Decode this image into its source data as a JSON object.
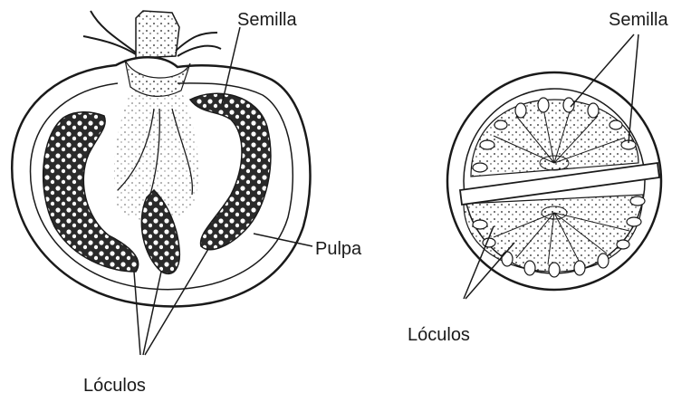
{
  "figure": {
    "left": {
      "labels": {
        "seed": "Semilla",
        "pulp": "Pulpa",
        "locules": "Lóculos"
      }
    },
    "right": {
      "labels": {
        "seed": "Semilla",
        "locules": "Lóculos"
      }
    },
    "colors": {
      "ink": "#1a1a1a",
      "background": "#ffffff"
    }
  }
}
